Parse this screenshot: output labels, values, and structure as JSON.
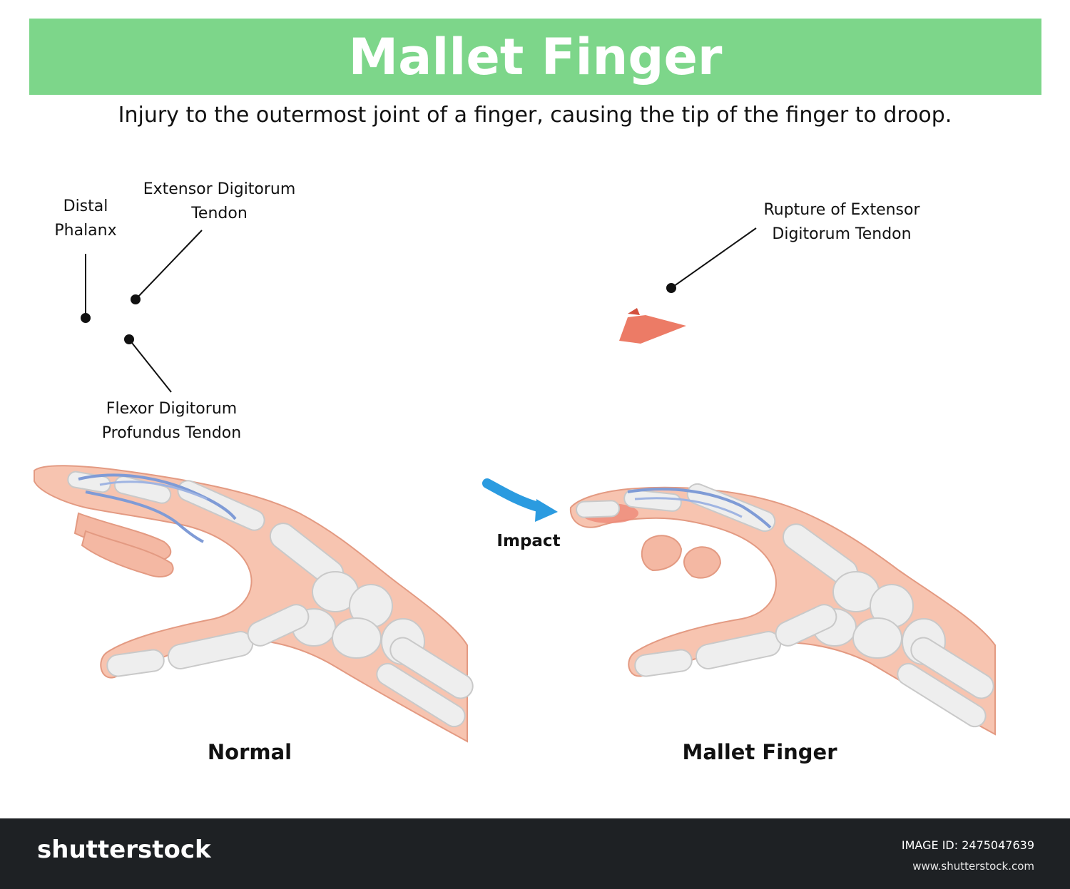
{
  "header": {
    "title": "Mallet Finger",
    "description": "Injury to the outermost joint of a finger, causing the tip of the finger to droop."
  },
  "normal_diagram": {
    "labels": {
      "distal_phalanx": [
        "Distal",
        "Phalanx"
      ],
      "extensor_tendon": [
        "Extensor Digitorum",
        "Tendon"
      ],
      "flexor_tendon": [
        "Flexor Digitorum",
        "Profundus Tendon"
      ]
    },
    "caption": "Normal"
  },
  "mallet_diagram": {
    "labels": {
      "rupture": [
        "Rupture of Extensor",
        "Digitorum Tendon"
      ]
    },
    "impact_label": "Impact",
    "caption": "Mallet Finger"
  },
  "footer": {
    "logo": "shutterstock",
    "image_id": "IMAGE ID: 2475047639",
    "url": "www.shutterstock.com"
  },
  "colors": {
    "banner": "#7dd68a",
    "skin": "#f7c4b0",
    "skin_outline": "#e39a82",
    "bone": "#eeeeee",
    "tendon": "#7f9bd6",
    "injury": "#e8604a",
    "impact_arrow": "#2b9be0",
    "footer": "#1e2124"
  }
}
